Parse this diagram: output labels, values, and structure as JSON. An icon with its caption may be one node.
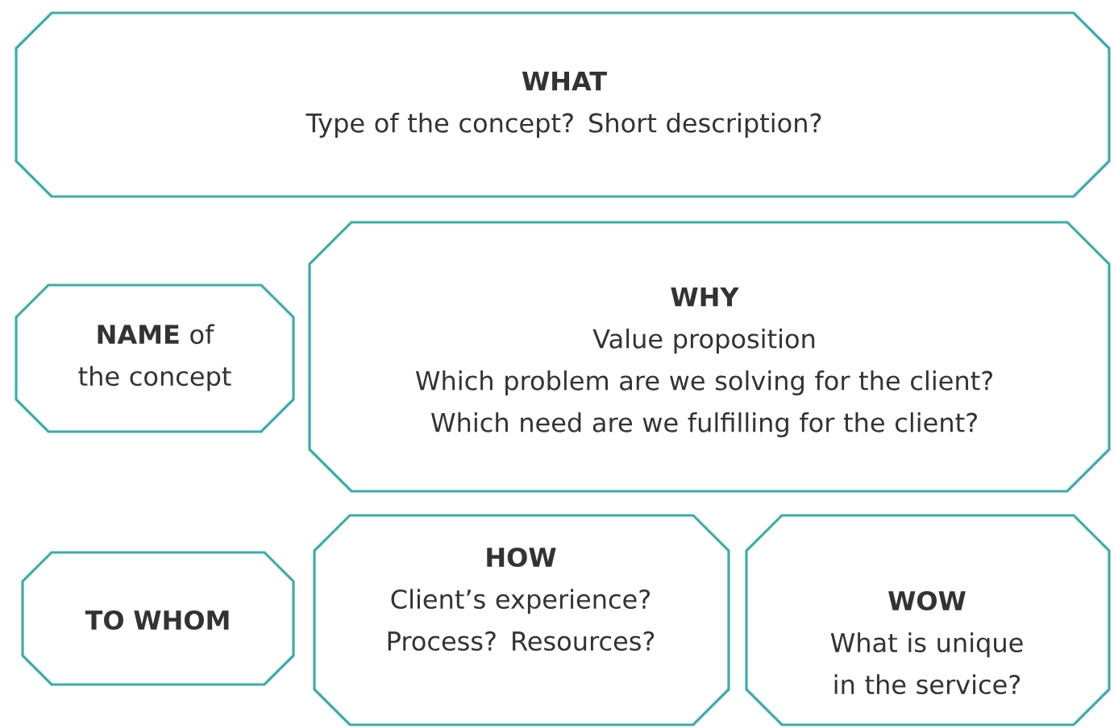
{
  "diagram": {
    "nodes": [
      {
        "text": [
          "WHAT",
          "Type of the concept? Short description?"
        ]
      },
      {
        "text": [
          "**NAME** of the concept"
        ]
      },
      {
        "text": [
          "WHY",
          "Value proposition",
          "Which problem are we solving for the client?",
          "Which need are we fulfilling for the client?"
        ]
      },
      {
        "text": [
          "TO WHOM"
        ]
      },
      {
        "text": [
          "HOW",
          "Client’s experience?",
          "Process? Resources?"
        ]
      },
      {
        "text": [
          "WOW",
          "What is unique in the service?"
        ]
      }
    ]
  }
}
